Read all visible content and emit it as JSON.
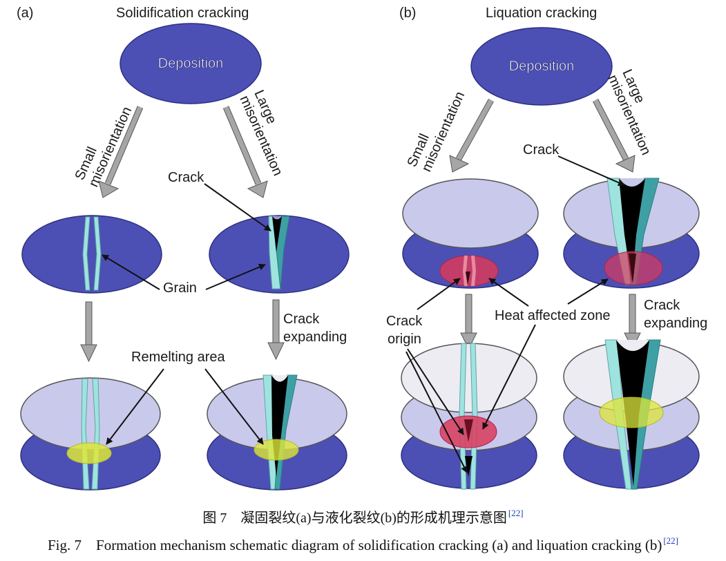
{
  "panels": {
    "a": {
      "tag": "(a)",
      "title": "Solidification cracking",
      "deposition": "Deposition",
      "small_line1": "Small",
      "small_line2": "misorientation",
      "large_line1": "Large",
      "large_line2": "misorientation",
      "crack": "Crack",
      "grain": "Grain",
      "crack_expanding_line1": "Crack",
      "crack_expanding_line2": "expanding",
      "remelting": "Remelting area"
    },
    "b": {
      "tag": "(b)",
      "title": "Liquation cracking",
      "deposition": "Deposition",
      "small_line1": "Small",
      "small_line2": "misorientation",
      "large_line1": "Large",
      "large_line2": "misorientation",
      "crack": "Crack",
      "crack_origin_line1": "Crack",
      "crack_origin_line2": "origin",
      "haz": "Heat affected zone",
      "crack_expanding_line1": "Crack",
      "crack_expanding_line2": "expanding"
    }
  },
  "caption": {
    "cn": "图 7　凝固裂纹(a)与液化裂纹(b)的形成机理示意图",
    "en": "Fig. 7　Formation mechanism schematic diagram of solidification cracking (a) and liquation cracking (b)",
    "cite": "[22]"
  },
  "colors": {
    "dark_layer": "#4c50b5",
    "light_layer": "#c9c9ec",
    "top_layer": "#ececf2",
    "grain_light": "#9fe3df",
    "grain_dark": "#3ea0a4",
    "crack": "#000000",
    "remelt": "#dde63a",
    "haz": "#d9395c",
    "arrow": "#a6a6a6"
  }
}
